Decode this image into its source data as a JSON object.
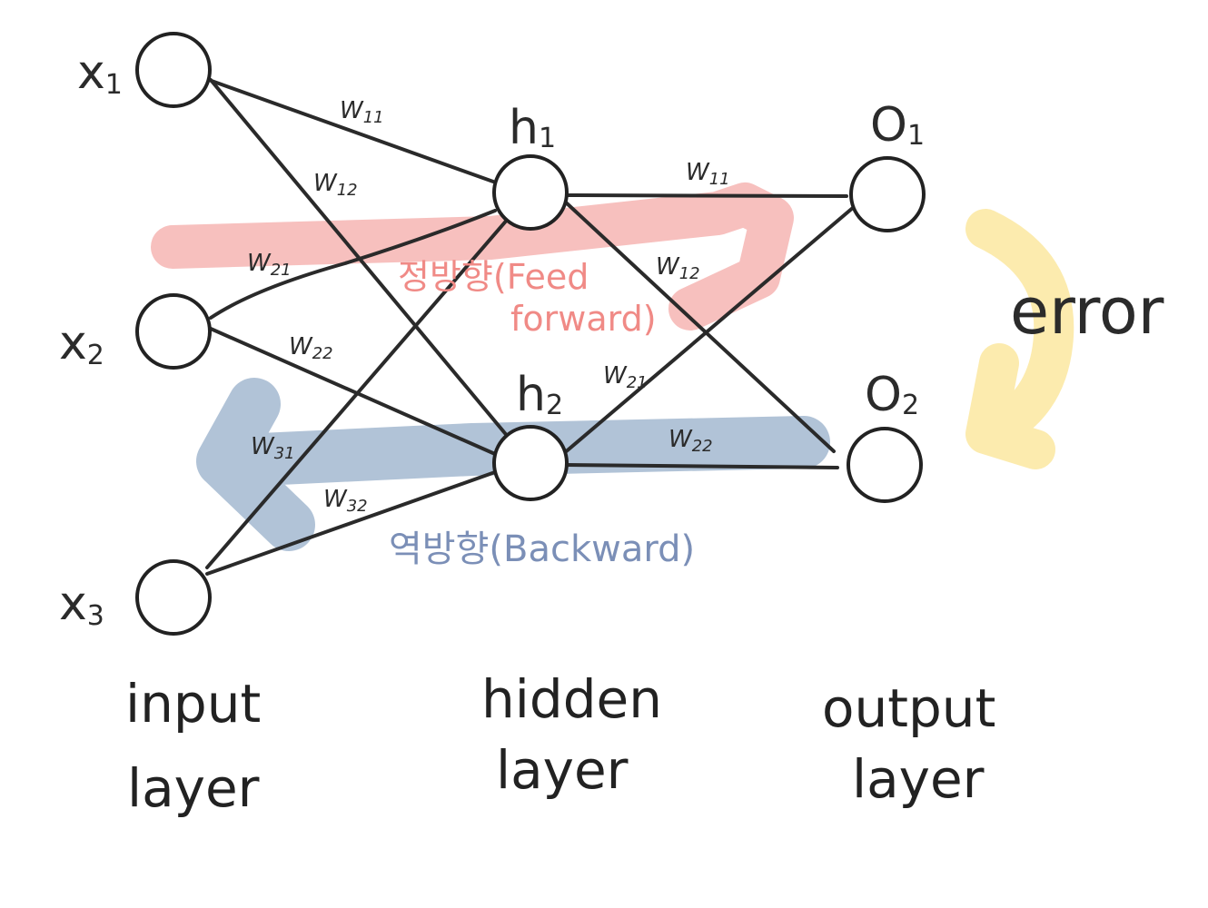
{
  "nodes": {
    "x1": {
      "base": "x",
      "sub": "1"
    },
    "x2": {
      "base": "x",
      "sub": "2"
    },
    "x3": {
      "base": "x",
      "sub": "3"
    },
    "h1": {
      "base": "h",
      "sub": "1"
    },
    "h2": {
      "base": "h",
      "sub": "2"
    },
    "o1": {
      "base": "O",
      "sub": "1"
    },
    "o2": {
      "base": "O",
      "sub": "2"
    }
  },
  "weights": {
    "in_w11": {
      "base": "W",
      "sub": "11"
    },
    "in_w12": {
      "base": "W",
      "sub": "12"
    },
    "in_w21": {
      "base": "W",
      "sub": "21"
    },
    "in_w22": {
      "base": "W",
      "sub": "22"
    },
    "in_w31": {
      "base": "W",
      "sub": "31"
    },
    "in_w32": {
      "base": "W",
      "sub": "32"
    },
    "out_w11": {
      "base": "W",
      "sub": "11"
    },
    "out_w12": {
      "base": "W",
      "sub": "12"
    },
    "out_w21": {
      "base": "W",
      "sub": "21"
    },
    "out_w22": {
      "base": "W",
      "sub": "22"
    }
  },
  "annotations": {
    "forward_line1": "정방향(Feed",
    "forward_line2": "forward)",
    "backward": "역방향(Backward)",
    "error": "error"
  },
  "layers": {
    "input_1": "input",
    "input_2": "layer",
    "hidden_1": "hidden",
    "hidden_2": "layer",
    "output_1": "output",
    "output_2": "layer"
  },
  "colors": {
    "forward": "#f6b5b3",
    "backward": "#a8bcd3",
    "error": "#fbe7a0"
  }
}
